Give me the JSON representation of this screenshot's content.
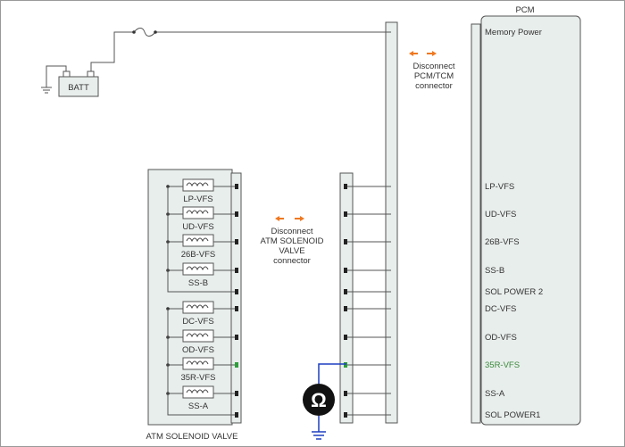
{
  "pcm": {
    "title": "PCM",
    "pins": [
      {
        "label": "Memory Power"
      },
      {
        "label": "LP-VFS"
      },
      {
        "label": "UD-VFS"
      },
      {
        "label": "26B-VFS"
      },
      {
        "label": "SS-B"
      },
      {
        "label": "SOL  POWER 2"
      },
      {
        "label": "DC-VFS"
      },
      {
        "label": "OD-VFS"
      },
      {
        "label": "35R-VFS",
        "highlight": true
      },
      {
        "label": "SS-A"
      },
      {
        "label": "SOL  POWER1"
      }
    ]
  },
  "battery": {
    "label": "BATT"
  },
  "disconnect_pcm": {
    "lines": [
      "Disconnect",
      "PCM/TCM",
      "connector"
    ]
  },
  "disconnect_atm": {
    "lines": [
      "Disconnect",
      "ATM SOLENOID",
      "VALVE",
      "connector"
    ]
  },
  "atm_valve": {
    "title": "ATM SOLENOID VALVE",
    "solenoids": [
      "LP-VFS",
      "UD-VFS",
      "26B-VFS",
      "SS-B",
      "DC-VFS",
      "OD-VFS",
      "35R-VFS",
      "SS-A"
    ]
  },
  "meter": {
    "symbol": "Ω"
  },
  "colors": {
    "accent_wire": "#1e3fbf",
    "highlight_pin": "#2e9e3a",
    "highlight_text": "#3a8a3a",
    "arrow": "#f07820",
    "panel_fill": "#e8eeec"
  }
}
